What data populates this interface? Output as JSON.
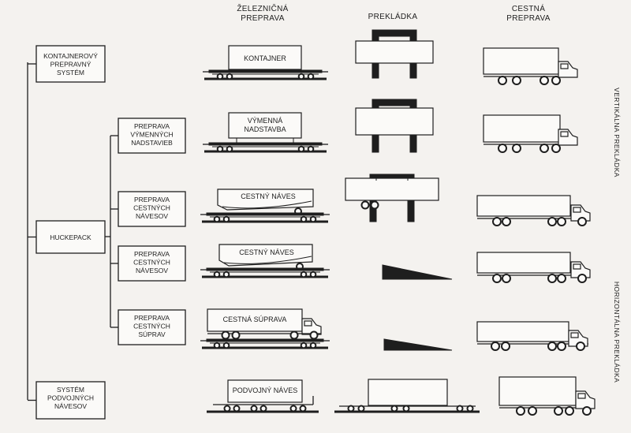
{
  "columns": {
    "rail": [
      "ŽELEZNIČNÁ",
      "PREPRAVA"
    ],
    "transshipment": [
      "PREKLÁDKA"
    ],
    "road": [
      "CESTNÁ",
      "PREPRAVA"
    ]
  },
  "systems": [
    {
      "id": "container",
      "lines": [
        "KONTAJNEROVÝ",
        "PREPRAVNÝ",
        "SYSTÉM"
      ]
    },
    {
      "id": "huckepack",
      "lines": [
        "HUCKEPACK"
      ]
    },
    {
      "id": "double-semitrailer",
      "lines": [
        "SYSTÉM",
        "PODVOJNÝCH",
        "NÁVESOV"
      ]
    }
  ],
  "subsystems": [
    {
      "id": "swap-body",
      "lines": [
        "PREPRAVA",
        "VÝMENNÝCH",
        "NADSTAVIEB"
      ]
    },
    {
      "id": "semitrailer-vertical",
      "lines": [
        "PREPRAVA",
        "CESTNÝCH",
        "NÁVESOV"
      ]
    },
    {
      "id": "semitrailer-horizontal",
      "lines": [
        "PREPRAVA",
        "CESTNÝCH",
        "NÁVESOV"
      ]
    },
    {
      "id": "road-train",
      "lines": [
        "PREPRAVA",
        "CESTNÝCH",
        "SÚPRAV"
      ]
    }
  ],
  "cargo_labels": {
    "container": [
      "KONTAJNER"
    ],
    "swap_body": [
      "VÝMENNÁ",
      "NADSTAVBA"
    ],
    "semitrailer_1": [
      "CESTNÝ NÁVES"
    ],
    "semitrailer_2": [
      "CESTNÝ NÁVES"
    ],
    "road_train": [
      "CESTNÁ SÚPRAVA"
    ],
    "double": [
      "PODVOJNÝ NÁVES"
    ]
  },
  "side_labels": {
    "vertical": "VERTIKÁLNA PREKLÁDKA",
    "horizontal": "HORIZONTÁLNA PREKLÁDKA"
  }
}
